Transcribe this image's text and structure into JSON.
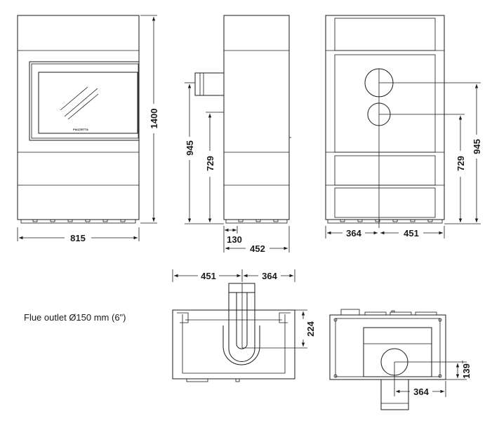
{
  "dimensions": {
    "front_width": "815",
    "front_height": "1400",
    "side_flue_height": "945",
    "side_inlet_height": "729",
    "side_flue_offset": "130",
    "side_depth": "452",
    "rear_flue_height": "945",
    "rear_inlet_height": "729",
    "rear_left_offset": "364",
    "rear_right_offset": "451",
    "top_left_offset": "451",
    "top_right_offset": "364",
    "top_flue_depth": "224",
    "bottom_offset_x": "364",
    "bottom_offset_y": "139"
  },
  "notes": {
    "flue_outlet": "Flue outlet Ø150 mm (6\")"
  },
  "logo_text": "PIAZZETTA"
}
